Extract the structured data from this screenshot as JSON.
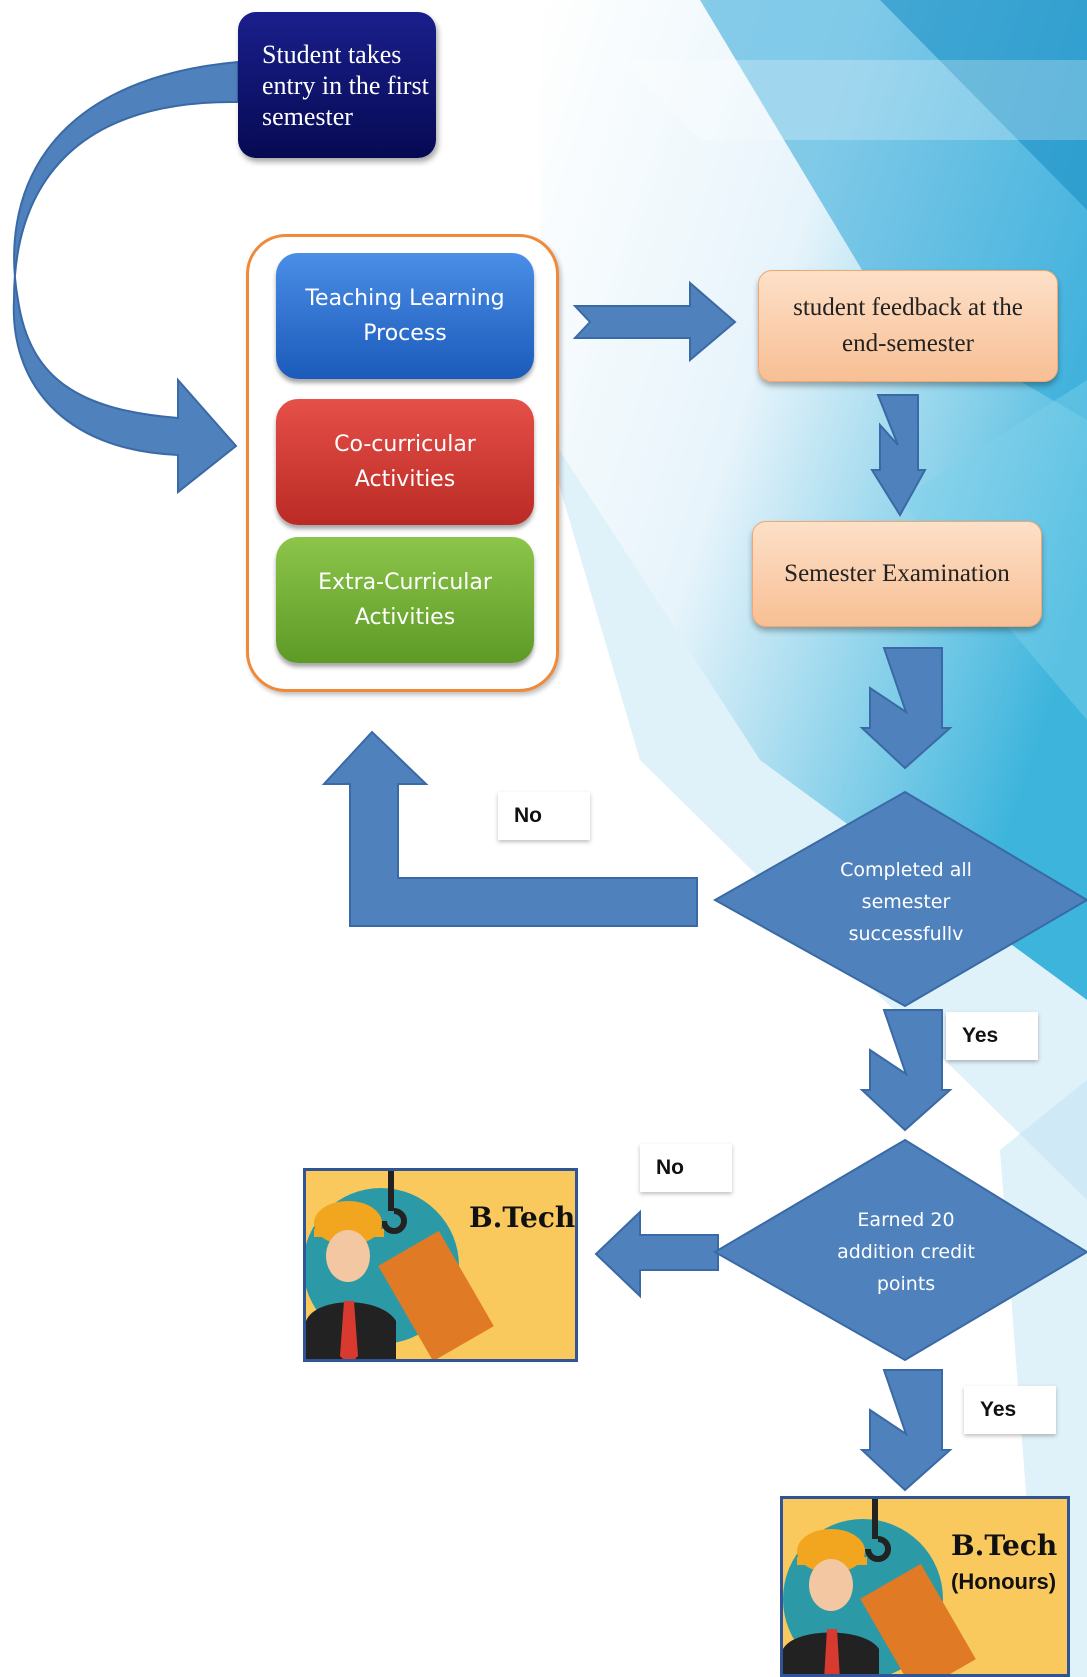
{
  "diagram": {
    "start": "Student takes entry in the first semester",
    "activities": [
      {
        "label": "Teaching Learning Process"
      },
      {
        "label": "Co-curricular Activities"
      },
      {
        "label": "Extra-Curricular Activities"
      }
    ],
    "feedback": "student feedback at the end-semester",
    "exam": "Semester Examination",
    "decision1": "Completed all semester successfullv",
    "decision2": "Earned 20 addition credit points",
    "no_label_1": "No",
    "yes_label_1": "Yes",
    "no_label_2": "No",
    "yes_label_2": "Yes",
    "outcome_btech": "B.Tech",
    "outcome_honours_title": "B.Tech",
    "outcome_honours_sub": "(Honours)"
  },
  "colors": {
    "arrow": "#4f81bd",
    "arrow_border": "#3a6aa5",
    "start_box": "#0b107a",
    "teaching": "#2e6fd1",
    "cocurricular": "#d63c36",
    "extracurricular": "#79b83a",
    "peach": "#f9cba7",
    "group_border": "#ef8a3a",
    "card_bg": "#f9c95e",
    "card_border": "#2f5597"
  }
}
